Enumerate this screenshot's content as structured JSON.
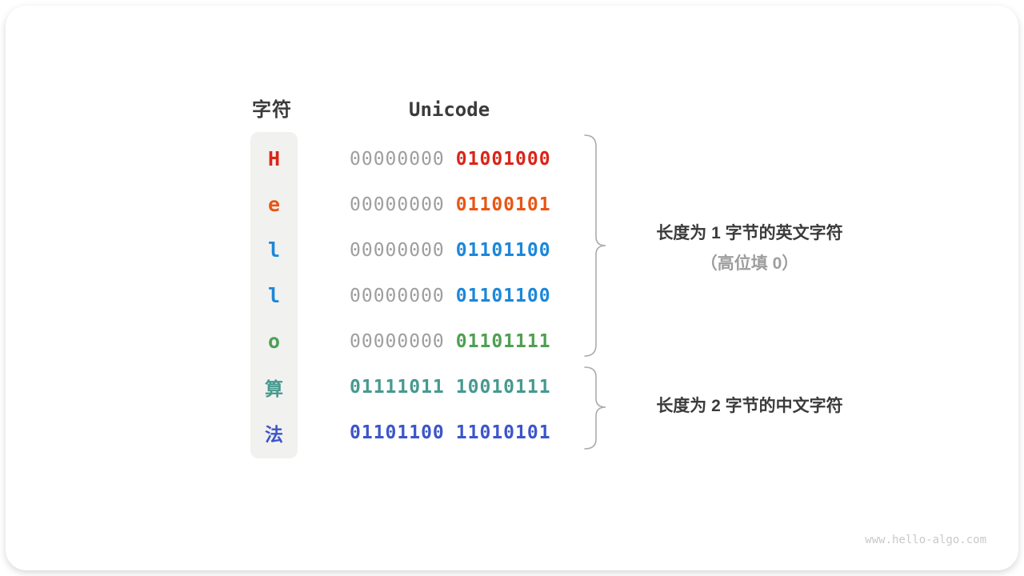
{
  "page": {
    "watermark": "www.hello-algo.com"
  },
  "table": {
    "headers": {
      "char": "字符",
      "unicode": "Unicode"
    },
    "rows": [
      {
        "char": "H",
        "color": "#dc2418",
        "bytes": [
          "00000000",
          "01001000"
        ],
        "first_byte_gray": true
      },
      {
        "char": "e",
        "color": "#ea5514",
        "bytes": [
          "00000000",
          "01100101"
        ],
        "first_byte_gray": true
      },
      {
        "char": "l",
        "color": "#1b87d9",
        "bytes": [
          "00000000",
          "01101100"
        ],
        "first_byte_gray": true
      },
      {
        "char": "l",
        "color": "#1b87d9",
        "bytes": [
          "00000000",
          "01101100"
        ],
        "first_byte_gray": true
      },
      {
        "char": "o",
        "color": "#4f9f52",
        "bytes": [
          "00000000",
          "01101111"
        ],
        "first_byte_gray": true
      },
      {
        "char": "算",
        "color": "#47998e",
        "bytes": [
          "01111011",
          "10010111"
        ],
        "first_byte_gray": false
      },
      {
        "char": "法",
        "color": "#3c55cb",
        "bytes": [
          "01101100",
          "11010101"
        ],
        "first_byte_gray": false
      }
    ]
  },
  "annotations": {
    "english": {
      "line1": "长度为 1 字节的英文字符",
      "line2": "（高位填 0）"
    },
    "chinese": {
      "line1": "长度为 2 字节的中文字符"
    }
  },
  "colors": {
    "heading_text": "#3b3b3b",
    "gray_byte": "#9e9e9e",
    "annotation_text": "#3b3b3b",
    "annotation_sub_gray": "#9e9e9e",
    "char_column_bg": "#f1f1ef",
    "brace_stroke": "#ababab",
    "watermark_text": "#c9c9c9"
  }
}
